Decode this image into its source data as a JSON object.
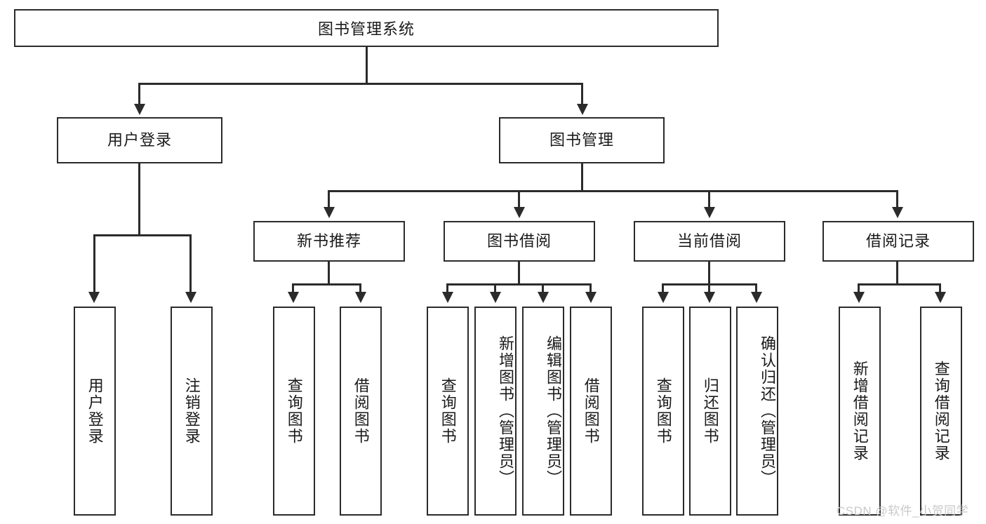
{
  "diagram": {
    "title": "图书管理系统",
    "type": "hierarchy-tree",
    "root": {
      "id": "root",
      "label": "图书管理系统"
    },
    "level2": [
      {
        "id": "user-login",
        "label": "用户登录"
      },
      {
        "id": "book-manage",
        "label": "图书管理"
      }
    ],
    "level3": [
      {
        "id": "new-book-recommend",
        "label": "新书推荐",
        "parent": "book-manage"
      },
      {
        "id": "book-borrow",
        "label": "图书借阅",
        "parent": "book-manage"
      },
      {
        "id": "current-borrow",
        "label": "当前借阅",
        "parent": "book-manage"
      },
      {
        "id": "borrow-record",
        "label": "借阅记录",
        "parent": "book-manage"
      }
    ],
    "leaves": [
      {
        "id": "leaf-user-login",
        "label": "用户登录",
        "parent": "user-login"
      },
      {
        "id": "leaf-logout-login",
        "label": "注销登录",
        "parent": "user-login"
      },
      {
        "id": "leaf-query-book-1",
        "label": "查询图书",
        "parent": "new-book-recommend"
      },
      {
        "id": "leaf-borrow-book-1",
        "label": "借阅图书",
        "parent": "new-book-recommend"
      },
      {
        "id": "leaf-query-book-2",
        "label": "查询图书",
        "parent": "book-borrow"
      },
      {
        "id": "leaf-add-book",
        "label": "新增图书（管理员）",
        "parent": "book-borrow"
      },
      {
        "id": "leaf-edit-book",
        "label": "编辑图书（管理员）",
        "parent": "book-borrow"
      },
      {
        "id": "leaf-borrow-book-2",
        "label": "借阅图书",
        "parent": "book-borrow"
      },
      {
        "id": "leaf-query-book-3",
        "label": "查询图书",
        "parent": "current-borrow"
      },
      {
        "id": "leaf-return-book",
        "label": "归还图书",
        "parent": "current-borrow"
      },
      {
        "id": "leaf-confirm-return",
        "label": "确认归还（管理员）",
        "parent": "current-borrow"
      },
      {
        "id": "leaf-add-record",
        "label": "新增借阅记录",
        "parent": "borrow-record"
      },
      {
        "id": "leaf-query-record",
        "label": "查询借阅记录",
        "parent": "borrow-record"
      }
    ],
    "watermark": "CSDN @软件_小贺同学",
    "colors": {
      "stroke": "#2b2b2b",
      "fill": "#ffffff",
      "text": "#1a1a1a",
      "watermark": "#c9c9c9"
    }
  }
}
